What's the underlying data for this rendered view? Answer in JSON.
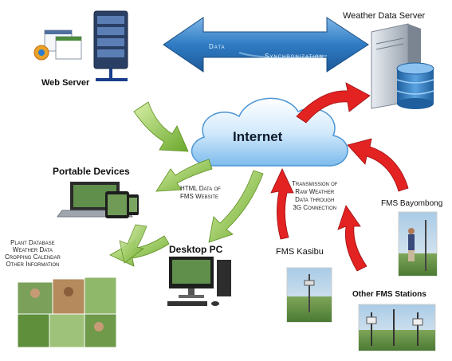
{
  "nodes": {
    "web_server": "Web Server",
    "weather_server": "Weather Data Server",
    "internet": "Internet",
    "portable_devices": "Portable Devices",
    "desktop_pc": "Desktop PC",
    "fms_kasibu": "FMS Kasibu",
    "fms_bayombong": "FMS Bayombong",
    "other_fms": "Other FMS Stations"
  },
  "sync_arrow": {
    "left": "Data",
    "right": "Synchronization"
  },
  "notes": {
    "html_data": [
      "HTML Data of",
      "FMS Website"
    ],
    "transmission": [
      "Transmission of",
      "Raw Weather",
      "Data through",
      "3G Connection"
    ],
    "info_list": [
      "Plant Database",
      "Weather Data",
      "Cropping Calendar",
      "Other Information"
    ]
  },
  "colors": {
    "sync_arrow": "#3b86c9",
    "green_arrow": "#8cc63f",
    "red_arrow": "#e32222",
    "cloud": "#cfe8fb"
  }
}
